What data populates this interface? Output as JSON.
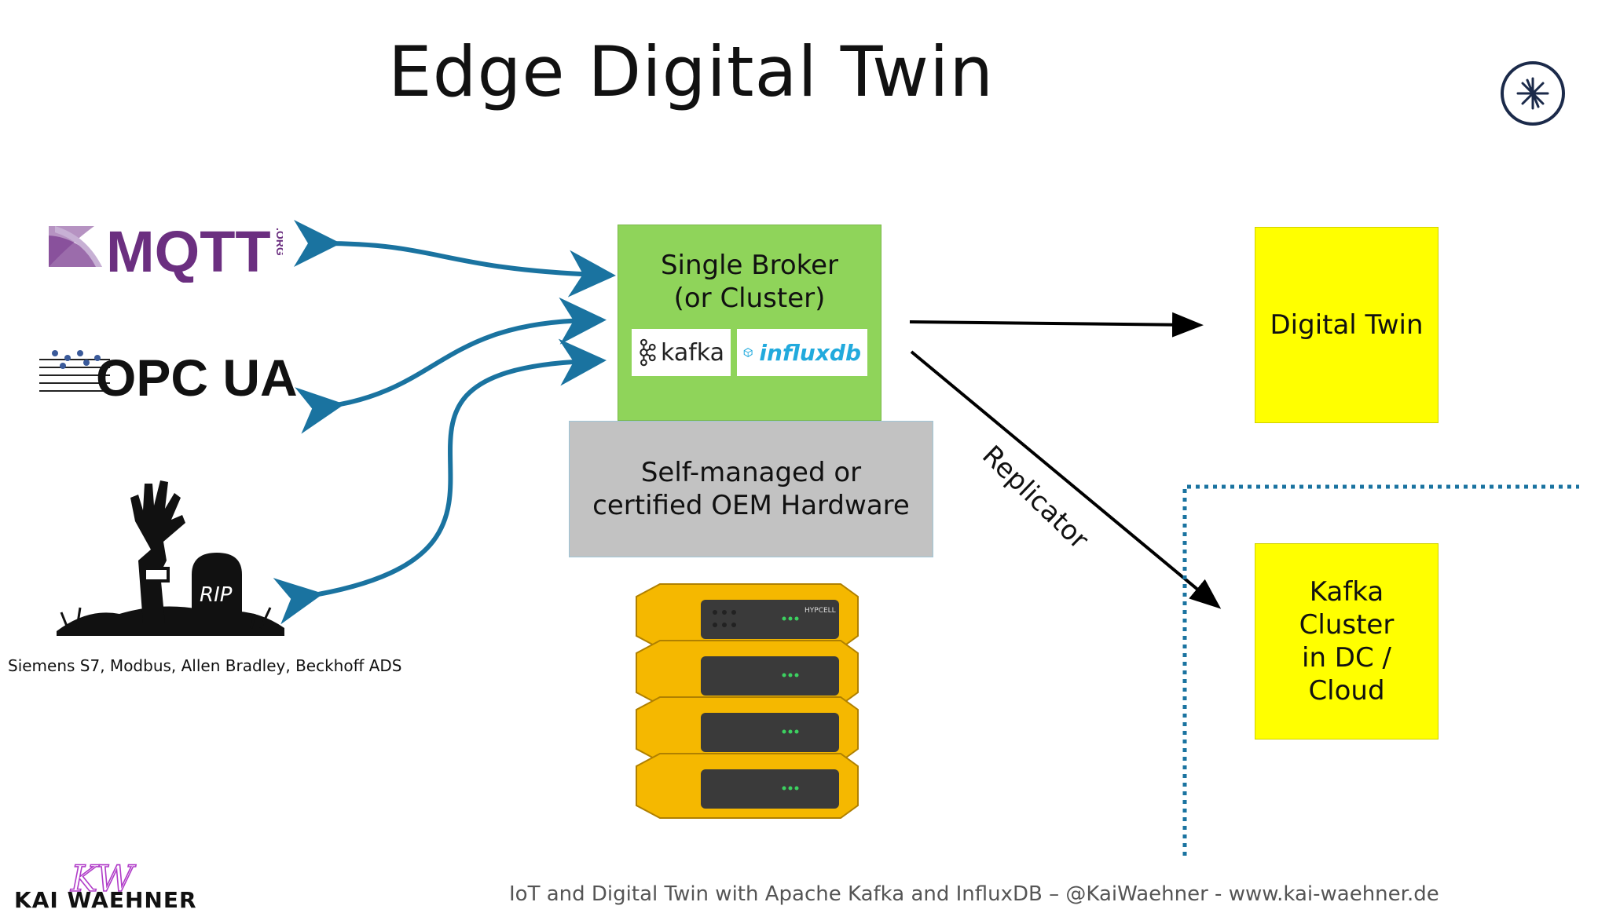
{
  "title": "Edge Digital Twin",
  "broker": {
    "line1": "Single Broker",
    "line2": "(or Cluster)",
    "kafka_label": "kafka",
    "influx_label": "influxdb"
  },
  "hardware": {
    "line1": "Self-managed or",
    "line2": "certified OEM Hardware"
  },
  "digital_twin_label": "Digital Twin",
  "cluster": {
    "line1": "Kafka",
    "line2": "Cluster",
    "line3": "in DC /",
    "line4": "Cloud"
  },
  "replicator_label": "Replicator",
  "protocols_label": "Siemens S7, Modbus, Allen Bradley, Beckhoff ADS",
  "logos": {
    "mqtt_text": "MQTT",
    "mqtt_org": ".ORG",
    "opcua_text": "OPC UA",
    "rip_text": "RIP",
    "server_brand": "HYPCELL"
  },
  "footer": "IoT and Digital Twin with Apache Kafka and InfluxDB – @KaiWaehner - www.kai-waehner.de",
  "author": {
    "monogram": "KW",
    "name": "KAI WAEHNER"
  },
  "colors": {
    "broker_green": "#8fd45a",
    "hardware_grey": "#c2c2c2",
    "twin_yellow": "#ffff00",
    "arrow_blue": "#1a73a0",
    "dotted_blue": "#1a73a0",
    "server_yellow": "#f5b800",
    "kw_purple": "#b03cc8"
  },
  "icons": [
    "confluent-logo-icon",
    "mqtt-logo-icon",
    "opcua-logo-icon",
    "zombie-grave-icon",
    "server-stack-icon",
    "kafka-icon",
    "influxdb-icon"
  ]
}
